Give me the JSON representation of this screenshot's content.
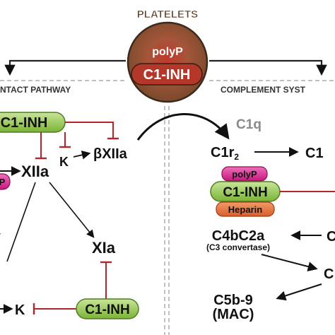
{
  "title": "PLATELETS",
  "platelet": {
    "polyp": "polyP",
    "c1inh": "C1-INH"
  },
  "sections": {
    "contact_pathway": "NTACT PATHWAY",
    "complement_system": "COMPLEMENT SYST"
  },
  "contact": {
    "c1inh_top": "C1-INH",
    "k_inhib": "K",
    "beta_xiia": "βXIIa",
    "polyp_left": "P",
    "xiia": "XIIa",
    "xia": "XIa",
    "k_bottom": "K",
    "c1inh_bottom": "C1-INH"
  },
  "complement": {
    "c1q": "C1q",
    "c1r2": "C1r",
    "c1r2_sub": "2",
    "c1_right": "C1",
    "polyp": "polyP",
    "c1inh": "C1-INH",
    "heparin": "Heparin",
    "c4bc2a": "C4bC2a",
    "c3_convertase": "(C3 convertase)",
    "c_right_1": "C",
    "c_right_2": "C",
    "c5b9": "C5b-9",
    "mac": "(MAC)"
  },
  "colors": {
    "inhibitor_green": "#8ec63f",
    "polyp_magenta": "#d61f8c",
    "heparin_orange": "#e0703a",
    "inhibit_red": "#b0262c",
    "platelet_brown": "#8b4a2a"
  }
}
